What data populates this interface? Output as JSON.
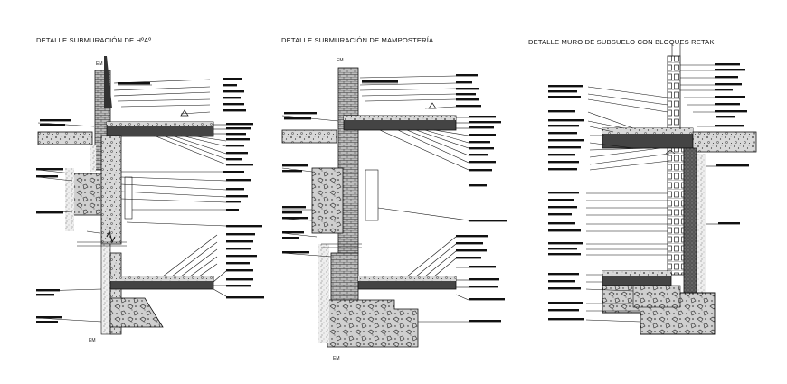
{
  "details": [
    {
      "title": "DETALLE SUBMURACIÓN DE HºAº",
      "level_marks": [
        "EM",
        "EM"
      ]
    },
    {
      "title": "DETALLE SUBMURACIÓN DE MAMPOSTERÍA",
      "level_marks": [
        "EM",
        "EM"
      ]
    },
    {
      "title": "DETALLE MURO DE SUBSUELO CON BLOQUES RETAK"
    }
  ]
}
